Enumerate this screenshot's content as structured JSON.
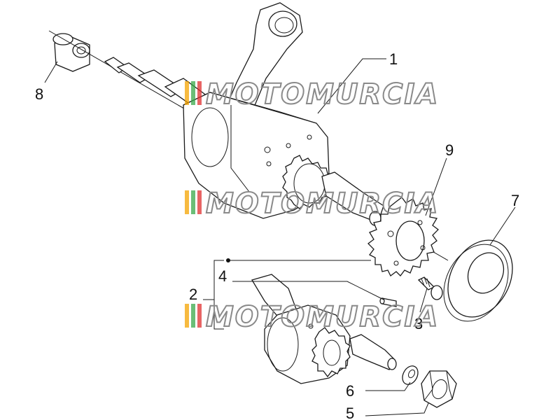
{
  "callouts": {
    "c1": "1",
    "c2": "2",
    "c3": "3",
    "c4": "4",
    "c5": "5",
    "c6": "6",
    "c7": "7",
    "c8": "8",
    "c9": "9"
  },
  "watermark": {
    "text": "MOTOMURCIA",
    "stripe_colors": [
      "#f4a300",
      "#3aa84a",
      "#e03030"
    ]
  }
}
